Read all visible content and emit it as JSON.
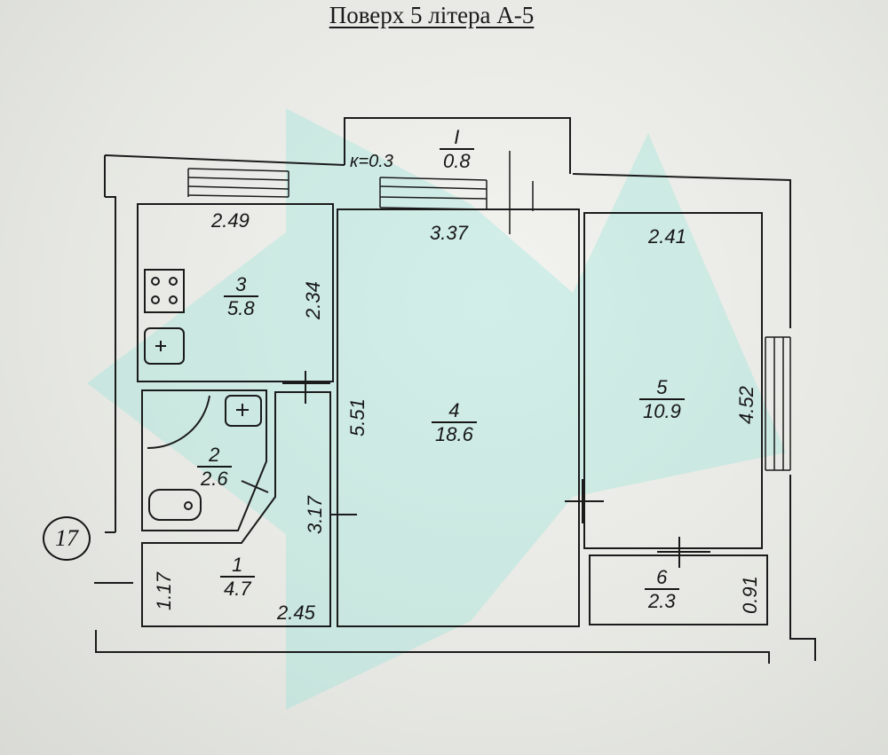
{
  "title": "Поверх 5 літера А-5",
  "building_number": "17",
  "coefficient": "к=0.3",
  "rooms": [
    {
      "id": "balcony",
      "number": "I",
      "area": "0.8"
    },
    {
      "id": "hall",
      "number": "1",
      "area": "4.7"
    },
    {
      "id": "bathroom",
      "number": "2",
      "area": "2.6"
    },
    {
      "id": "kitchen",
      "number": "3",
      "area": "5.8"
    },
    {
      "id": "living",
      "number": "4",
      "area": "18.6"
    },
    {
      "id": "bedroom",
      "number": "5",
      "area": "10.9"
    },
    {
      "id": "storage",
      "number": "6",
      "area": "2.3"
    }
  ],
  "dimensions": {
    "kitchen_width": "2.49",
    "kitchen_depth": "2.34",
    "living_width": "3.37",
    "living_depth": "5.51",
    "bedroom_width": "2.41",
    "bedroom_depth": "4.52",
    "hall_length": "3.17",
    "hall_width": "2.45",
    "entry_width": "1.17",
    "storage_depth": "0.91"
  },
  "colors": {
    "line": "#1b1b1b",
    "watermark": "#7fe3d8",
    "paper": "#ecedea"
  }
}
